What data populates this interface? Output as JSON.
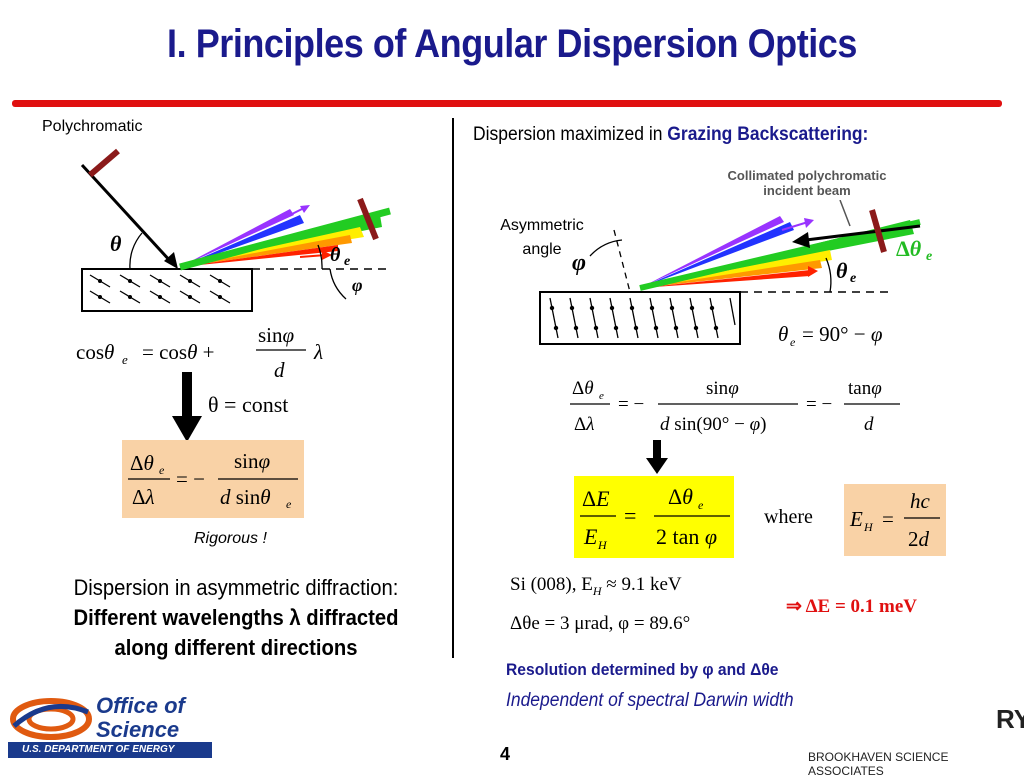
{
  "title": "I. Principles of Angular Dispersion Optics",
  "left": {
    "polychromatic_label": "Polychromatic",
    "theta_const": "θ = const",
    "rigorous": "Rigorous !",
    "caption_line1": "Dispersion in asymmetric diffraction:",
    "caption_line2": "Different wavelengths λ diffracted",
    "caption_line3": "along different directions"
  },
  "right": {
    "heading_prefix": "Dispersion maximized in ",
    "heading_emph": "Grazing Backscattering:",
    "beam_label_line1": "Collimated polychromatic",
    "beam_label_line2": "incident beam",
    "asym_label_line1": "Asymmetric",
    "asym_label_line2": "angle",
    "where": "where",
    "si_line1": "Si (008), E",
    "si_line1_sub": "H",
    "si_line1_rest": " ≈ 9.1 keV",
    "si_line2": "Δθe = 3 μrad, φ = 89.6°",
    "result": "⇒ ΔE = 0.1 meV",
    "resolution_line": "Resolution determined by φ and Δθe",
    "independent_line": "Independent of spectral Darwin width"
  },
  "footer": {
    "logo_line1": "Office of",
    "logo_line2": "Science",
    "logo_sub": "U.S. DEPARTMENT OF ENERGY",
    "page_number": "4",
    "org": "BROOKHAVEN SCIENCE ASSOCIATES",
    "corner_fragment": "RY"
  }
}
